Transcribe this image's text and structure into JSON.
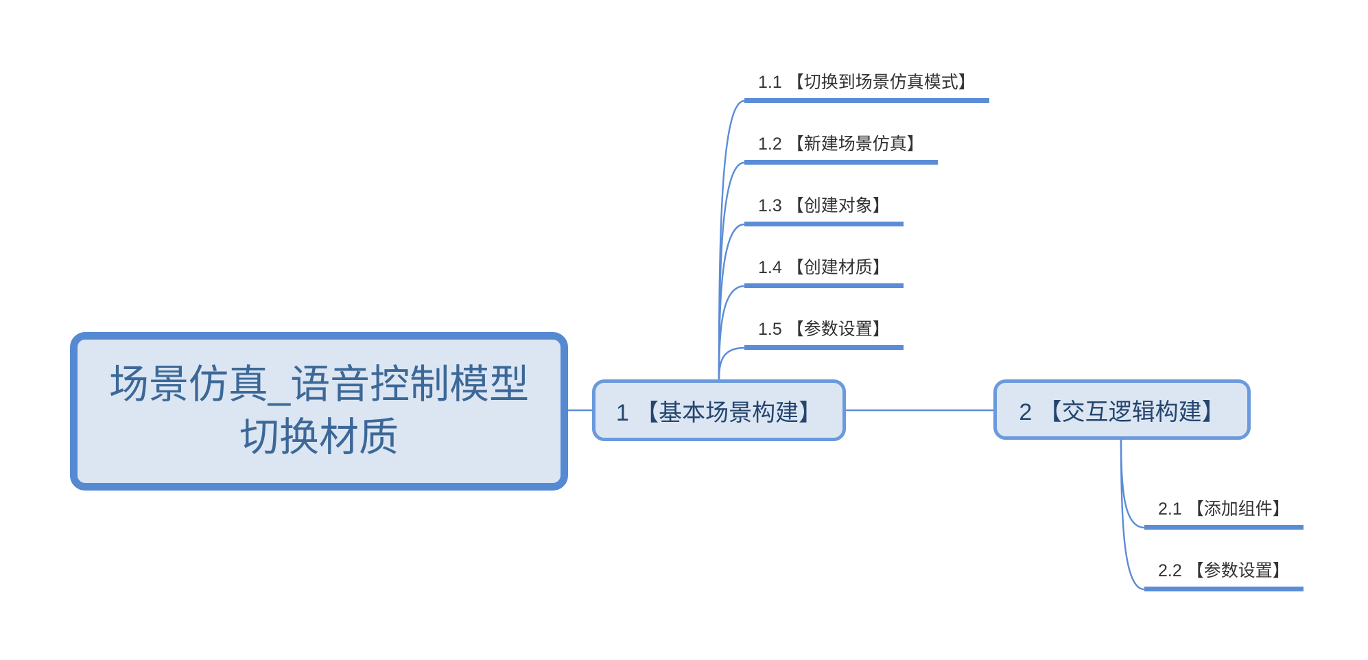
{
  "diagram": {
    "type": "mindmap",
    "colors": {
      "accent_line": "#5b8cd8",
      "node_fill": "#dce6f2",
      "root_border": "#5589d2",
      "branch_border": "#6a9add",
      "root_text": "#3c6898",
      "branch_text": "#24456e",
      "leaf_text": "#333333",
      "background": "#ffffff"
    }
  },
  "root": {
    "label": "场景仿真_语音控制模型\n切换材质"
  },
  "branch1": {
    "label": "1 【基本场景构建】",
    "children": [
      {
        "label": "1.1 【切换到场景仿真模式】"
      },
      {
        "label": "1.2 【新建场景仿真】"
      },
      {
        "label": "1.3 【创建对象】"
      },
      {
        "label": "1.4 【创建材质】"
      },
      {
        "label": "1.5 【参数设置】"
      }
    ]
  },
  "branch2": {
    "label": "2 【交互逻辑构建】",
    "children": [
      {
        "label": "2.1 【添加组件】"
      },
      {
        "label": "2.2 【参数设置】"
      }
    ]
  }
}
